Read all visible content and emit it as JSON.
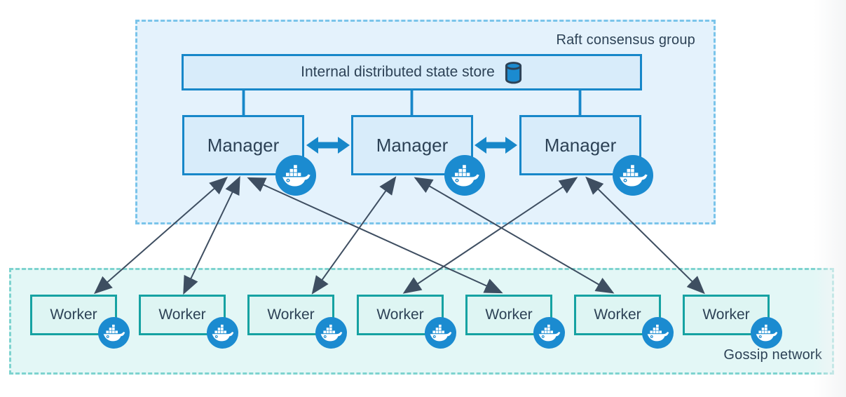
{
  "raft_group": {
    "label": "Raft consensus group",
    "state_store": {
      "label": "Internal distributed state store",
      "icon": "database-icon"
    },
    "managers": [
      {
        "id": "manager-1",
        "label": "Manager",
        "icon": "docker-icon"
      },
      {
        "id": "manager-2",
        "label": "Manager",
        "icon": "docker-icon"
      },
      {
        "id": "manager-3",
        "label": "Manager",
        "icon": "docker-icon"
      }
    ]
  },
  "gossip_network": {
    "label": "Gossip network",
    "workers": [
      {
        "id": "worker-1",
        "label": "Worker",
        "icon": "docker-icon"
      },
      {
        "id": "worker-2",
        "label": "Worker",
        "icon": "docker-icon"
      },
      {
        "id": "worker-3",
        "label": "Worker",
        "icon": "docker-icon"
      },
      {
        "id": "worker-4",
        "label": "Worker",
        "icon": "docker-icon"
      },
      {
        "id": "worker-5",
        "label": "Worker",
        "icon": "docker-icon"
      },
      {
        "id": "worker-6",
        "label": "Worker",
        "icon": "docker-icon"
      },
      {
        "id": "worker-7",
        "label": "Worker",
        "icon": "docker-icon"
      }
    ]
  },
  "connections": {
    "state_store_links": [
      "manager-1",
      "manager-2",
      "manager-3"
    ],
    "manager_peer_links": [
      {
        "from": "manager-1",
        "to": "manager-2",
        "style": "thick-blue-double-arrow"
      },
      {
        "from": "manager-2",
        "to": "manager-3",
        "style": "thick-blue-double-arrow"
      }
    ],
    "manager_worker_links": [
      {
        "from": "manager-1",
        "to": "worker-1",
        "style": "thin-dark-double-arrow"
      },
      {
        "from": "manager-1",
        "to": "worker-2",
        "style": "thin-dark-double-arrow"
      },
      {
        "from": "manager-2",
        "to": "worker-3",
        "style": "thin-dark-double-arrow"
      },
      {
        "from": "manager-3",
        "to": "worker-4",
        "style": "thin-dark-double-arrow"
      },
      {
        "from": "manager-1",
        "to": "worker-5",
        "style": "thin-dark-double-arrow"
      },
      {
        "from": "manager-2",
        "to": "worker-6",
        "style": "thin-dark-double-arrow"
      },
      {
        "from": "manager-3",
        "to": "worker-7",
        "style": "thin-dark-double-arrow"
      }
    ]
  },
  "colors": {
    "blue_border": "#1787c9",
    "box_fill": "#d8ecfa",
    "raft_fill": "#e4f2fc",
    "raft_dash": "#7ac4ea",
    "teal_border": "#16a2a2",
    "worker_fill": "#def5f3",
    "gossip_fill": "#e3f7f6",
    "gossip_dash": "#7ed3cf",
    "docker_blue": "#1b8bd0",
    "text_dark": "#2d4256",
    "arrow_dark": "#3e4e61"
  }
}
